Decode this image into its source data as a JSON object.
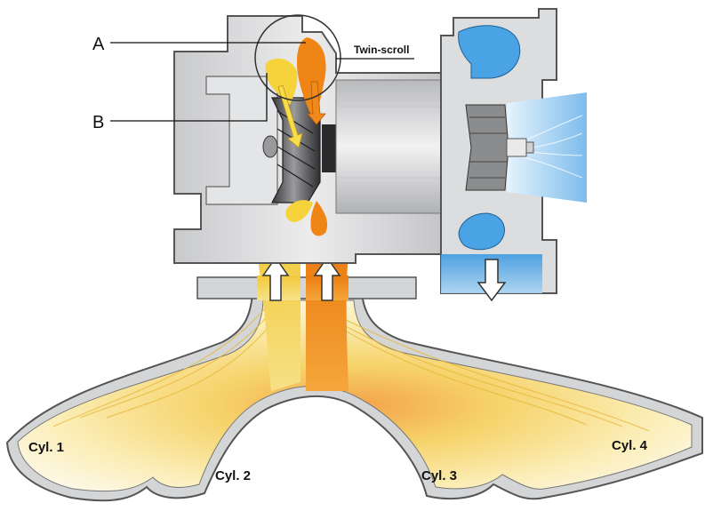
{
  "labels": {
    "a": "A",
    "b": "B",
    "twin_scroll": "Twin-scroll"
  },
  "cylinders": [
    "Cyl. 1",
    "Cyl. 2",
    "Cyl. 3",
    "Cyl. 4"
  ],
  "colors": {
    "housing": "#d6d7d8",
    "housing_edge": "#6b6b6b",
    "flow_yellow": "#f6d84a",
    "flow_orange": "#f08a1c",
    "compressor_blue": "#5aaee8",
    "intake_blue": "#a9d3f2",
    "outlet_blue": "#6fb3e6"
  }
}
